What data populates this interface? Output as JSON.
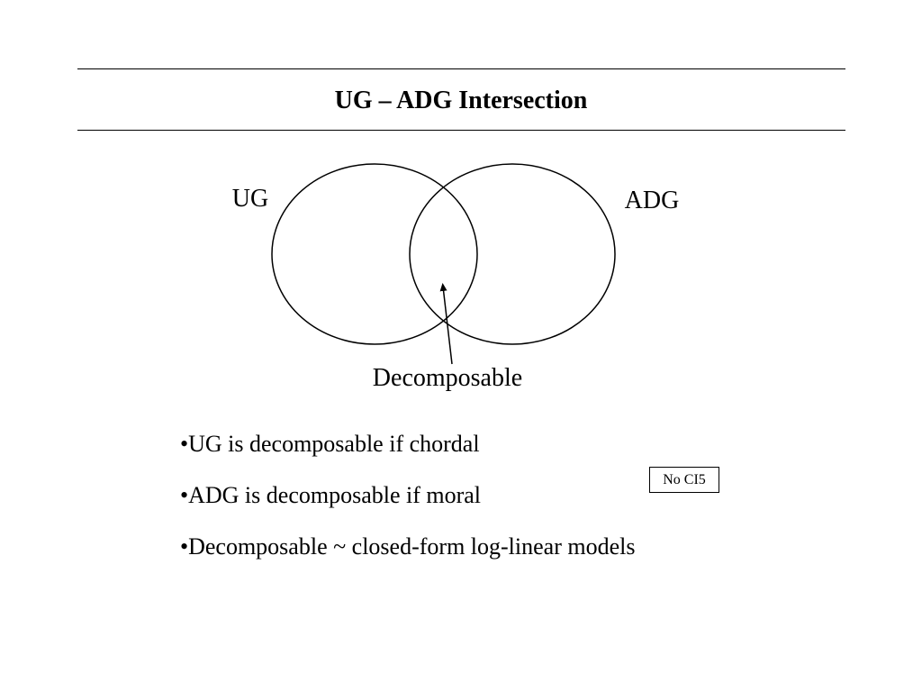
{
  "slide": {
    "title": "UG – ADG Intersection"
  },
  "diagram": {
    "left_set_label": "UG",
    "right_set_label": "ADG",
    "intersection_label": "Decomposable"
  },
  "bullets": [
    "•UG is decomposable if  chordal",
    "•ADG is decomposable if  moral",
    "•Decomposable ~ closed-form log-linear models"
  ],
  "note": {
    "text": "No CI5"
  }
}
